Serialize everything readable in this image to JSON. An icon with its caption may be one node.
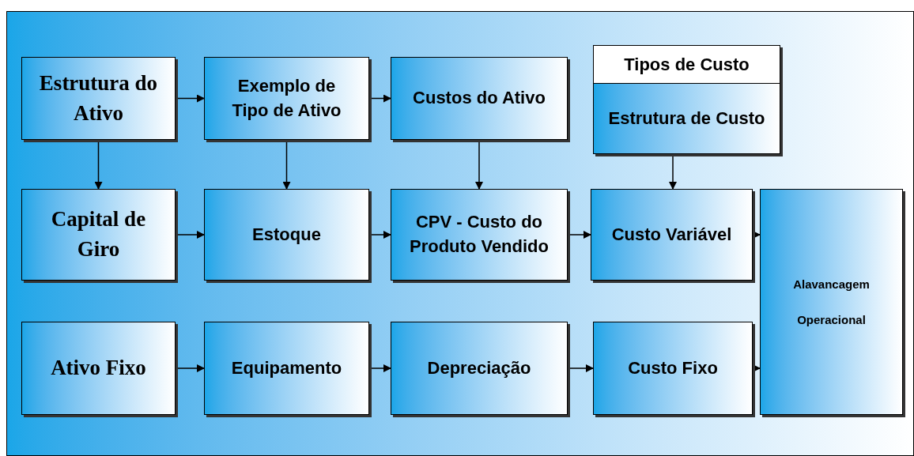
{
  "diagram": {
    "nodes": [
      {
        "text": [
          "Estrutura do Ativo"
        ]
      },
      {
        "text": [
          "Exemplo de Tipo de Ativo"
        ]
      },
      {
        "text": [
          "Custos do Ativo"
        ]
      },
      {
        "text": [
          "Tipos de Custo",
          "Estrutura de Custo"
        ]
      },
      {
        "text": [
          "Capital de Giro"
        ]
      },
      {
        "text": [
          "Estoque"
        ]
      },
      {
        "text": [
          "CPV - Custo do Produto Vendido"
        ]
      },
      {
        "text": [
          "Custo Variável"
        ]
      },
      {
        "text": [
          "Alavancagem Operacional"
        ]
      },
      {
        "text": [
          "Ativo Fixo"
        ]
      },
      {
        "text": [
          "Equipamento"
        ]
      },
      {
        "text": [
          "Depreciação"
        ]
      },
      {
        "text": [
          "Custo Fixo"
        ]
      }
    ],
    "edges": [
      {
        "from": 0,
        "to": 1,
        "arrow": "to"
      },
      {
        "from": 1,
        "to": 2,
        "arrow": "to"
      },
      {
        "from": 0,
        "to": 4,
        "arrow": "to"
      },
      {
        "from": 1,
        "to": 5,
        "arrow": "to"
      },
      {
        "from": 2,
        "to": 6,
        "arrow": "to"
      },
      {
        "from": 3,
        "to": 7,
        "arrow": "to"
      },
      {
        "from": 4,
        "to": 5,
        "arrow": "to"
      },
      {
        "from": 5,
        "to": 6,
        "arrow": "to"
      },
      {
        "from": 6,
        "to": 7,
        "arrow": "to"
      },
      {
        "from": 7,
        "to": 8,
        "arrow": "to"
      },
      {
        "from": 9,
        "to": 10,
        "arrow": "to"
      },
      {
        "from": 10,
        "to": 11,
        "arrow": "to"
      },
      {
        "from": 11,
        "to": 12,
        "arrow": "to"
      },
      {
        "from": 12,
        "to": 8,
        "arrow": "to"
      }
    ]
  }
}
